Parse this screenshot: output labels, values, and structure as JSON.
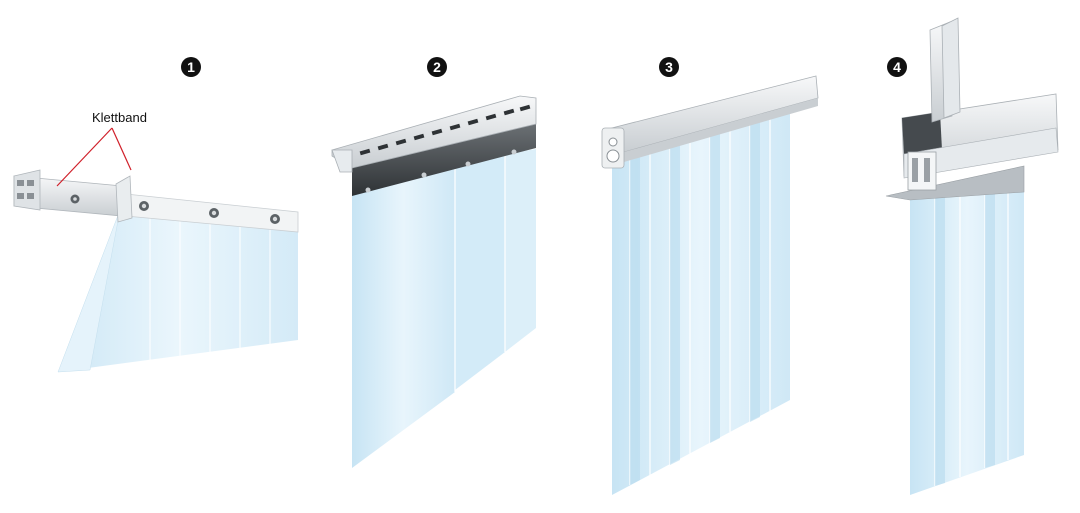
{
  "figure": {
    "variants": [
      {
        "number": "1"
      },
      {
        "number": "2"
      },
      {
        "number": "3"
      },
      {
        "number": "4"
      }
    ],
    "callout": {
      "label": "Klettband"
    }
  },
  "colors": {
    "strip": "#d6ecf7",
    "strip_dark": "#b9dcef",
    "rail_light": "#eef0f1",
    "rail_dark": "#3b3f42",
    "callout_line": "#d0202a",
    "badge": "#111111"
  }
}
